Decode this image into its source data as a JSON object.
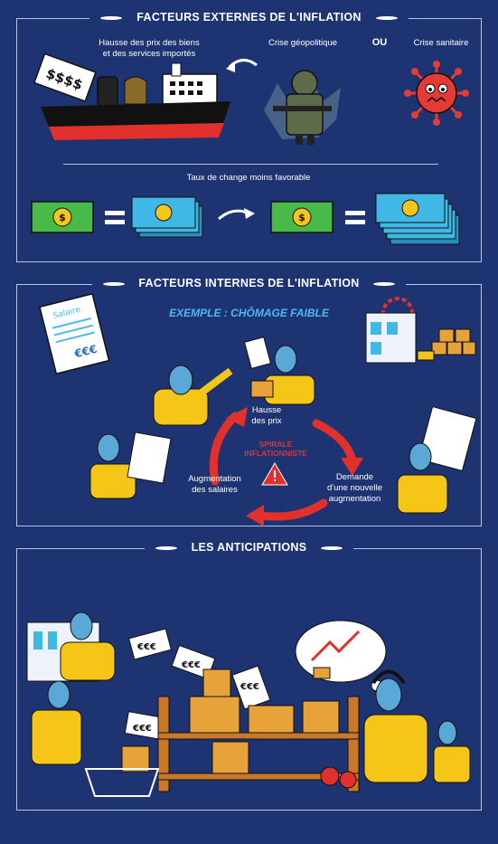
{
  "section1": {
    "title": "FACTEURS EXTERNES DE L'INFLATION",
    "imports_label_line1": "Hausse des prix des biens",
    "imports_label_line2": "et des services importés",
    "geopolitics_label": "Crise géopolitique",
    "or_label": "OU",
    "sanitary_label": "Crise sanitaire",
    "exchange_label": "Taux de change moins favorable",
    "price_tag": "$$$$",
    "colors": {
      "bill_green": "#49b94a",
      "bill_blue": "#40b7e4",
      "ship_red": "#e2312c",
      "virus_red": "#e53a35"
    }
  },
  "section2": {
    "title": "FACTEURS INTERNES DE L'INFLATION",
    "example": "EXEMPLE : CHÔMAGE FAIBLE",
    "document_title": "Salaire",
    "document_amount": "€€€",
    "spiral_top_line1": "Hausse",
    "spiral_top_line2": "des prix",
    "spiral_center_line1": "SPIRALE",
    "spiral_center_line2": "INFLATIONNISTE",
    "spiral_right_line1": "Demande",
    "spiral_right_line2": "d'une nouvelle",
    "spiral_right_line3": "augmentation",
    "spiral_left_line1": "Augmentation",
    "spiral_left_line2": "des salaires",
    "colors": {
      "arrow_red": "#e2312c",
      "shirt_yellow": "#f5c518",
      "skin_blue": "#5aa8d8"
    }
  },
  "section3": {
    "title": "LES ANTICIPATIONS",
    "price_tag": "€€€",
    "colors": {
      "box_orange": "#e8a23a",
      "shelf_brown": "#c9782a"
    }
  }
}
